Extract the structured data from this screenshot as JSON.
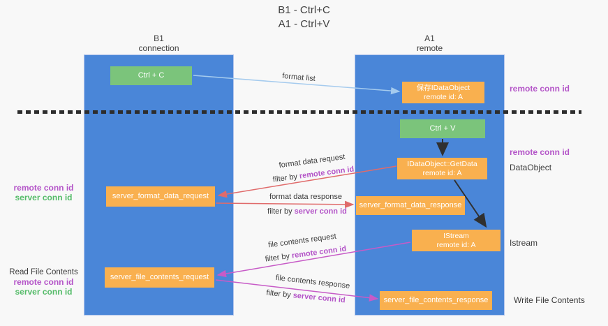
{
  "title": {
    "line1": "B1 - Ctrl+C",
    "line2": "A1 - Ctrl+V"
  },
  "columns": {
    "left": {
      "name": "B1",
      "role": "connection"
    },
    "right": {
      "name": "A1",
      "role": "remote"
    }
  },
  "nodes": {
    "ctrl_c": "Ctrl + C",
    "ctrl_v": "Ctrl + V",
    "save_idataobject_line1": "保存IDataObject",
    "save_idataobject_line2": "remote id: A",
    "getdata_line1": "IDataObject::GetData",
    "getdata_line2": "remote id: A",
    "istream_line1": "IStream",
    "istream_line2": "remote id: A",
    "server_format_data_request": "server_format_data_request",
    "server_format_data_response": "server_format_data_response",
    "server_file_contents_request": "server_file_contents_request",
    "server_file_contents_response": "server_file_contents_response"
  },
  "labels": {
    "format_list": "format list",
    "format_data_request": "format data request",
    "format_data_response": "format data response",
    "file_contents_request": "file contents request",
    "file_contents_response": "file contents response",
    "filter_by": "filter by ",
    "remote_conn_id": "remote conn id",
    "server_conn_id": "server conn id"
  },
  "side_labels": {
    "dataobject": "DataObject",
    "istream": "Istream",
    "write_file_contents": "Write File Contents",
    "read_file_contents": "Read File Contents"
  },
  "colors": {
    "column_blue": "#4a86d8",
    "node_green": "#7bc47b",
    "node_orange": "#f9b04f",
    "arrow_red": "#e06b6b",
    "arrow_magenta": "#c75bc7",
    "arrow_light_blue": "#a5cbee",
    "arrow_black": "#303030",
    "text_purple": "#b455c8",
    "text_green": "#54bb68"
  }
}
